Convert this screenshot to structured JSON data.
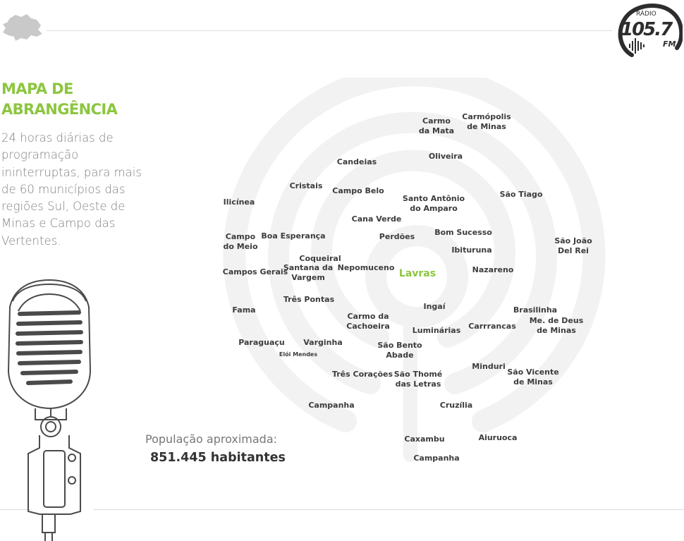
{
  "title_lines": [
    "MAPA DE",
    "ABRANGÊNCIA"
  ],
  "description": "24 horas diárias de programação ininterruptas, para mais de 60 municípios das regiões Sul, Oeste de Minas e Campo das Vertentes.",
  "population": {
    "label": "População aproximada:",
    "value": "851.445 habitantes"
  },
  "logo": {
    "top_text": "RÁDIO",
    "number": "105.7",
    "suffix": "FM"
  },
  "colors": {
    "accent": "#8cc63f",
    "text_dark": "#3c3c3c",
    "text_muted": "#808080",
    "graphic_gray": "#f2f2f2"
  },
  "icons": {
    "state_map": "minas-gerais-map-icon",
    "microphone": "vintage-microphone-icon"
  },
  "center_city": "Lavras",
  "cities": [
    "Carmo da Mata",
    "Carmópolis de Minas",
    "Oliveira",
    "Candeias",
    "Cristais",
    "Campo Belo",
    "Santo Antônio do Amparo",
    "São Tiago",
    "Ilicínea",
    "Cana Verde",
    "Campo do Meio",
    "Boa Esperança",
    "Perdões",
    "Bom Sucesso",
    "São  João Del Rei",
    "Ibituruna",
    "Coqueiral",
    "Santana da Vargem",
    "Campos Gerais",
    "Nepomuceno",
    "Nazareno",
    "Três Pontas",
    "Fama",
    "Ingaí",
    "Brasilinha",
    "Carmo da Cachoeira",
    "Me. de Deus de Minas",
    "Carrrancas",
    "Luminárias",
    "Paraguaçu",
    "Varginha",
    "São Bento Abade",
    "Elói Mendes",
    "Minduri",
    "São Vicente de Minas",
    "Três Corações",
    "São Thomé das Letras",
    "Campanha",
    "Cruzília",
    "Caxambu",
    "Aiuruoca",
    "Campanha"
  ]
}
